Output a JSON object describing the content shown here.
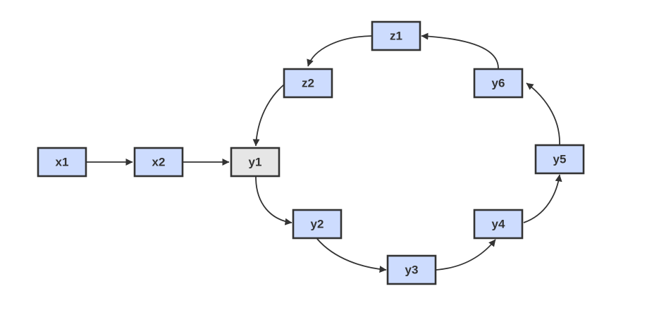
{
  "colors": {
    "node_fill": "#cddcfe",
    "highlight_fill": "#e6e6e6",
    "stroke": "#333333",
    "background": "#ffffff"
  },
  "nodes": [
    {
      "id": "x1",
      "label": "x1"
    },
    {
      "id": "x2",
      "label": "x2"
    },
    {
      "id": "y1",
      "label": "y1",
      "highlighted": true
    },
    {
      "id": "y2",
      "label": "y2"
    },
    {
      "id": "y3",
      "label": "y3"
    },
    {
      "id": "y4",
      "label": "y4"
    },
    {
      "id": "y5",
      "label": "y5"
    },
    {
      "id": "y6",
      "label": "y6"
    },
    {
      "id": "z1",
      "label": "z1"
    },
    {
      "id": "z2",
      "label": "z2"
    }
  ],
  "edges": [
    {
      "from": "x1",
      "to": "x2"
    },
    {
      "from": "x2",
      "to": "y1"
    },
    {
      "from": "y1",
      "to": "y2"
    },
    {
      "from": "y2",
      "to": "y3"
    },
    {
      "from": "y3",
      "to": "y4"
    },
    {
      "from": "y4",
      "to": "y5"
    },
    {
      "from": "y5",
      "to": "y6"
    },
    {
      "from": "y6",
      "to": "z1"
    },
    {
      "from": "z1",
      "to": "z2"
    },
    {
      "from": "z2",
      "to": "y1"
    }
  ]
}
